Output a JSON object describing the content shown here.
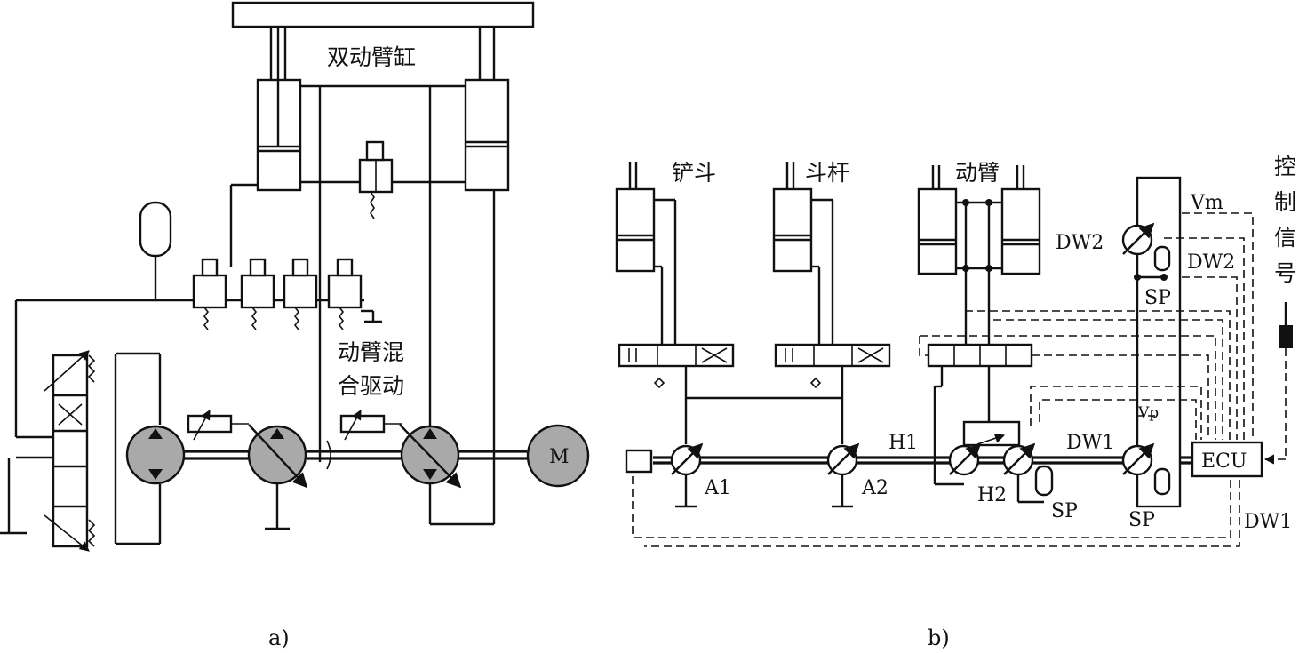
{
  "diagram_a": {
    "cylinder_title": "双动臂缸",
    "hybrid_label_line1": "动臂混",
    "hybrid_label_line2": "合驱动",
    "motor_label": "M",
    "caption": "a)"
  },
  "diagram_b": {
    "bucket": "铲斗",
    "stick": "斗杆",
    "boom": "动臂",
    "control_signal": [
      "控",
      "制",
      "信",
      "号"
    ],
    "pump_a1": "A1",
    "pump_a2": "A2",
    "h1": "H1",
    "h2": "H2",
    "dw1": "DW1",
    "dw1_right": "DW1",
    "dw2": "DW2",
    "dw2_right": "DW2",
    "vm": "Vm",
    "vp": "Vp",
    "sp1": "SP",
    "sp2": "SP",
    "sp3": "SP",
    "ecu": "ECU",
    "caption": "b)"
  }
}
